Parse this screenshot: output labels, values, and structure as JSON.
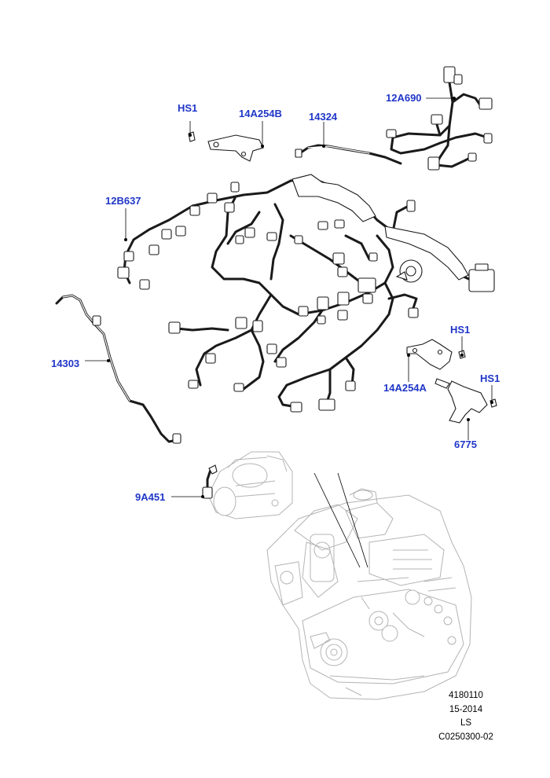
{
  "callouts": {
    "hs1_top": "HS1",
    "p14a254b": "14A254B",
    "p14324": "14324",
    "p12a690": "12A690",
    "p12b637": "12B637",
    "p14303": "14303",
    "hs1_right": "HS1",
    "p14a254a": "14A254A",
    "hs1_bracket": "HS1",
    "p6775": "6775",
    "p9a451": "9A451"
  },
  "footer": {
    "line1": "4180110",
    "line2": "15-2014",
    "line3": "LS",
    "line4": "C0250300-02"
  },
  "colors": {
    "callout": "#1f36c8",
    "part_outline": "#1a1a1a",
    "context_outline": "#b4b4b4"
  }
}
